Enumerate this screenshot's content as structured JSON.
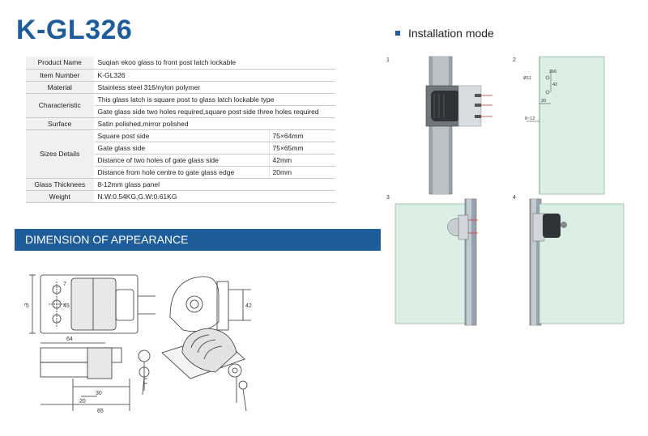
{
  "title": "K-GL326",
  "installation": {
    "heading": "Installation mode",
    "step_numbers": [
      "1",
      "2",
      "3",
      "4"
    ],
    "annotations": {
      "d11": "Ø11",
      "d260": "260",
      "d42": "42",
      "d20": "20",
      "d812": "8~12"
    }
  },
  "specs": {
    "rows": [
      {
        "label": "Product Name",
        "value": "Suqian ekoo glass to front post latch lockable"
      },
      {
        "label": "Item Number",
        "value": "K-GL326"
      },
      {
        "label": "Material",
        "value": "Stainless steel 316/nylon polymer"
      },
      {
        "label": "Characteristic",
        "lines": [
          "This glass latch is square post to glass latch lockable type",
          "Gate glass side two holes required,square post side three holes required"
        ]
      },
      {
        "label": "Surface",
        "value": "Satin polished,mirror polished"
      },
      {
        "label": "Sizes Details",
        "sub": [
          {
            "name": "Square post side",
            "value": "75×64mm"
          },
          {
            "name": "Gate glass side",
            "value": "75×65mm"
          },
          {
            "name": "Distance of two holes of gate glass side",
            "value": "42mm"
          },
          {
            "name": "Distance from hole centre to gate glass edge",
            "value": "20mm"
          }
        ]
      },
      {
        "label": "Glass Thicknees",
        "value": "8-12mm glass panel"
      },
      {
        "label": "Weight",
        "value": "N.W:0.54KG,G.W:0.61KG"
      }
    ]
  },
  "dimension": {
    "banner": "DIMENSION OF APPEARANCE",
    "labels": {
      "d75": "75",
      "d7": "7",
      "d45": "45",
      "d64": "64",
      "d30": "30",
      "d20": "20",
      "d65": "65",
      "d42": "42"
    }
  },
  "colors": {
    "brand": "#1e5d9a",
    "glass": "#dcefe4",
    "post": "#9aa3ad"
  }
}
